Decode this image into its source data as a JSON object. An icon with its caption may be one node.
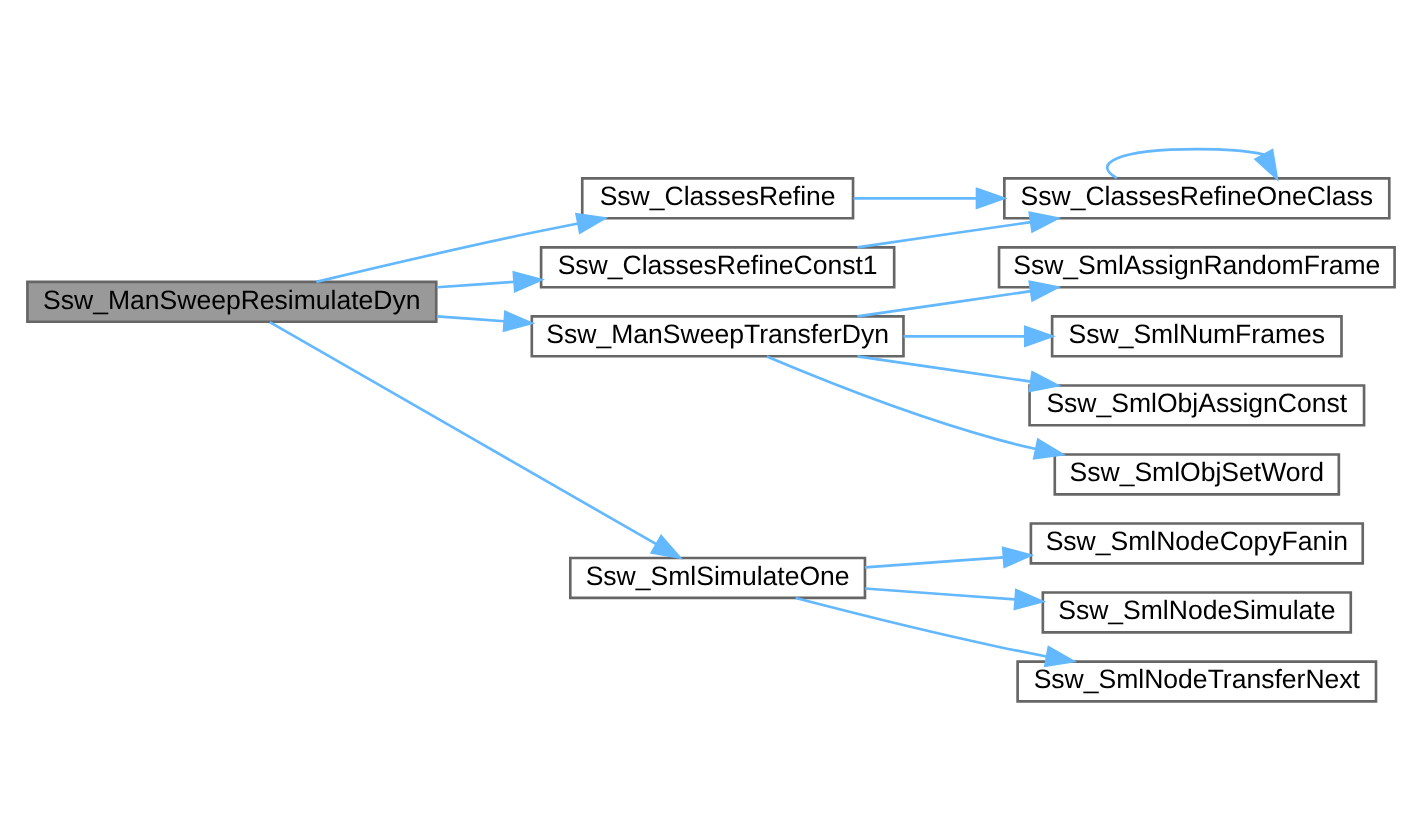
{
  "diagram": {
    "nodes": [
      {
        "text": [
          "Ssw_ManSweepResimulateDyn"
        ]
      },
      {
        "text": [
          "Ssw_ClassesRefine"
        ]
      },
      {
        "text": [
          "Ssw_ClassesRefineOneClass"
        ]
      },
      {
        "text": [
          "Ssw_ClassesRefineConst1"
        ]
      },
      {
        "text": [
          "Ssw_ManSweepTransferDyn"
        ]
      },
      {
        "text": [
          "Ssw_SmlAssignRandomFrame"
        ]
      },
      {
        "text": [
          "Ssw_SmlNumFrames"
        ]
      },
      {
        "text": [
          "Ssw_SmlObjAssignConst"
        ]
      },
      {
        "text": [
          "Ssw_SmlObjSetWord"
        ]
      },
      {
        "text": [
          "Ssw_SmlSimulateOne"
        ]
      },
      {
        "text": [
          "Ssw_SmlNodeCopyFanin"
        ]
      },
      {
        "text": [
          "Ssw_SmlNodeSimulate"
        ]
      },
      {
        "text": [
          "Ssw_SmlNodeTransferNext"
        ]
      }
    ],
    "edges": [
      {
        "from": 0,
        "to": 1,
        "arrow": "to"
      },
      {
        "from": 0,
        "to": 3,
        "arrow": "to"
      },
      {
        "from": 0,
        "to": 4,
        "arrow": "to"
      },
      {
        "from": 0,
        "to": 9,
        "arrow": "to"
      },
      {
        "from": 1,
        "to": 2,
        "arrow": "to"
      },
      {
        "from": 2,
        "to": 2,
        "arrow": "to"
      },
      {
        "from": 3,
        "to": 2,
        "arrow": "to"
      },
      {
        "from": 4,
        "to": 5,
        "arrow": "to"
      },
      {
        "from": 4,
        "to": 6,
        "arrow": "to"
      },
      {
        "from": 4,
        "to": 7,
        "arrow": "to"
      },
      {
        "from": 4,
        "to": 8,
        "arrow": "to"
      },
      {
        "from": 9,
        "to": 10,
        "arrow": "to"
      },
      {
        "from": 9,
        "to": 11,
        "arrow": "to"
      },
      {
        "from": 9,
        "to": 12,
        "arrow": "to"
      }
    ]
  }
}
